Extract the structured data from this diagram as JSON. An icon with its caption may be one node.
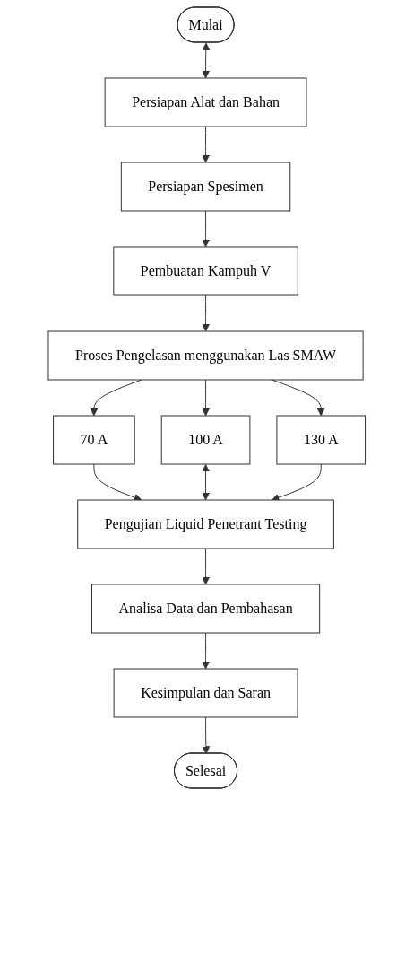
{
  "diagram": {
    "nodes": [
      {
        "text": [
          "Mulai"
        ]
      },
      {
        "text": [
          "Persiapan Alat dan Bahan"
        ]
      },
      {
        "text": [
          "Persiapan Spesimen"
        ]
      },
      {
        "text": [
          "Pembuatan Kampuh V"
        ]
      },
      {
        "text": [
          "Proses Pengelasan menggunakan Las SMAW"
        ]
      },
      {
        "text": [
          "70 A"
        ]
      },
      {
        "text": [
          "100 A"
        ]
      },
      {
        "text": [
          "130 A"
        ]
      },
      {
        "text": [
          "Pengujian Liquid Penetrant Testing"
        ]
      },
      {
        "text": [
          "Analisa Data dan Pembahasan"
        ]
      },
      {
        "text": [
          "Kesimpulan dan Saran"
        ]
      },
      {
        "text": [
          "Selesai"
        ]
      }
    ],
    "edges": [
      {
        "from": 0,
        "to": 1,
        "arrow": "both"
      },
      {
        "from": 1,
        "to": 2,
        "arrow": "to"
      },
      {
        "from": 2,
        "to": 3,
        "arrow": "to"
      },
      {
        "from": 3,
        "to": 4,
        "arrow": "to"
      },
      {
        "from": 4,
        "to": 5,
        "arrow": "to"
      },
      {
        "from": 4,
        "to": 6,
        "arrow": "to"
      },
      {
        "from": 4,
        "to": 7,
        "arrow": "to"
      },
      {
        "from": 5,
        "to": 8,
        "arrow": "to"
      },
      {
        "from": 6,
        "to": 8,
        "arrow": "both"
      },
      {
        "from": 7,
        "to": 8,
        "arrow": "to"
      },
      {
        "from": 8,
        "to": 9,
        "arrow": "to"
      },
      {
        "from": 9,
        "to": 10,
        "arrow": "to"
      },
      {
        "from": 10,
        "to": 11,
        "arrow": "to"
      }
    ]
  }
}
